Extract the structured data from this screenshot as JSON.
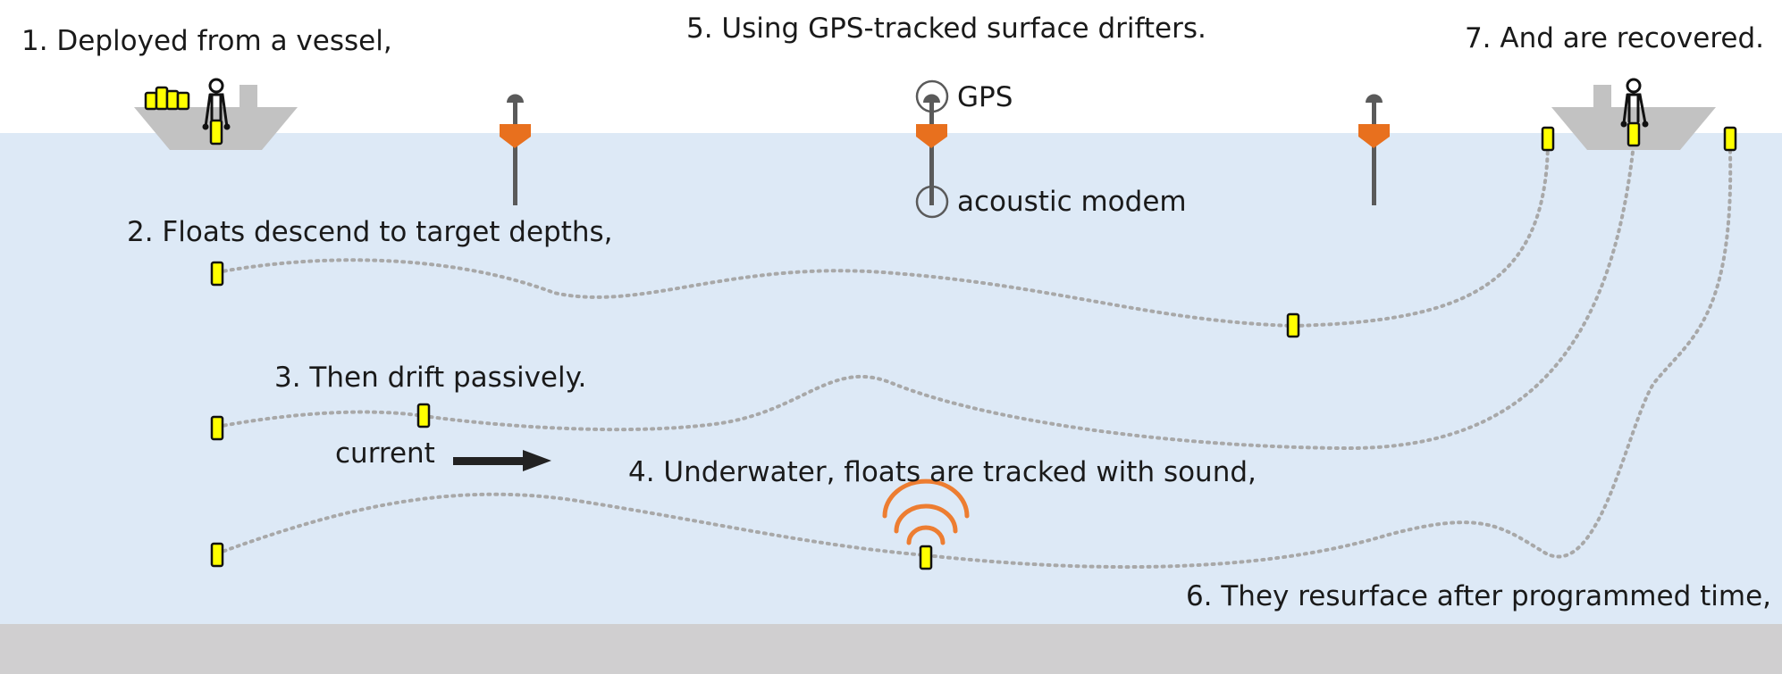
{
  "steps": {
    "step1": "1. Deployed from a vessel,",
    "step2": "2. Floats descend to target depths,",
    "step3": "3. Then drift passively.",
    "step4": "4. Underwater, floats are tracked with sound,",
    "step5": "5. Using GPS-tracked surface drifters.",
    "step6": "6. They resurface after programmed time,",
    "step7": "7. And are recovered."
  },
  "labels": {
    "current": "current",
    "gps": "GPS",
    "modem": "acoustic modem"
  },
  "colors": {
    "sky": "#ffffff",
    "water": "#dde9f6",
    "seafloor": "#d0cfd0",
    "float": "#ffff00",
    "drifter": "#e8701e",
    "ping": "#ed7d31",
    "track": "#a8a8a8"
  }
}
